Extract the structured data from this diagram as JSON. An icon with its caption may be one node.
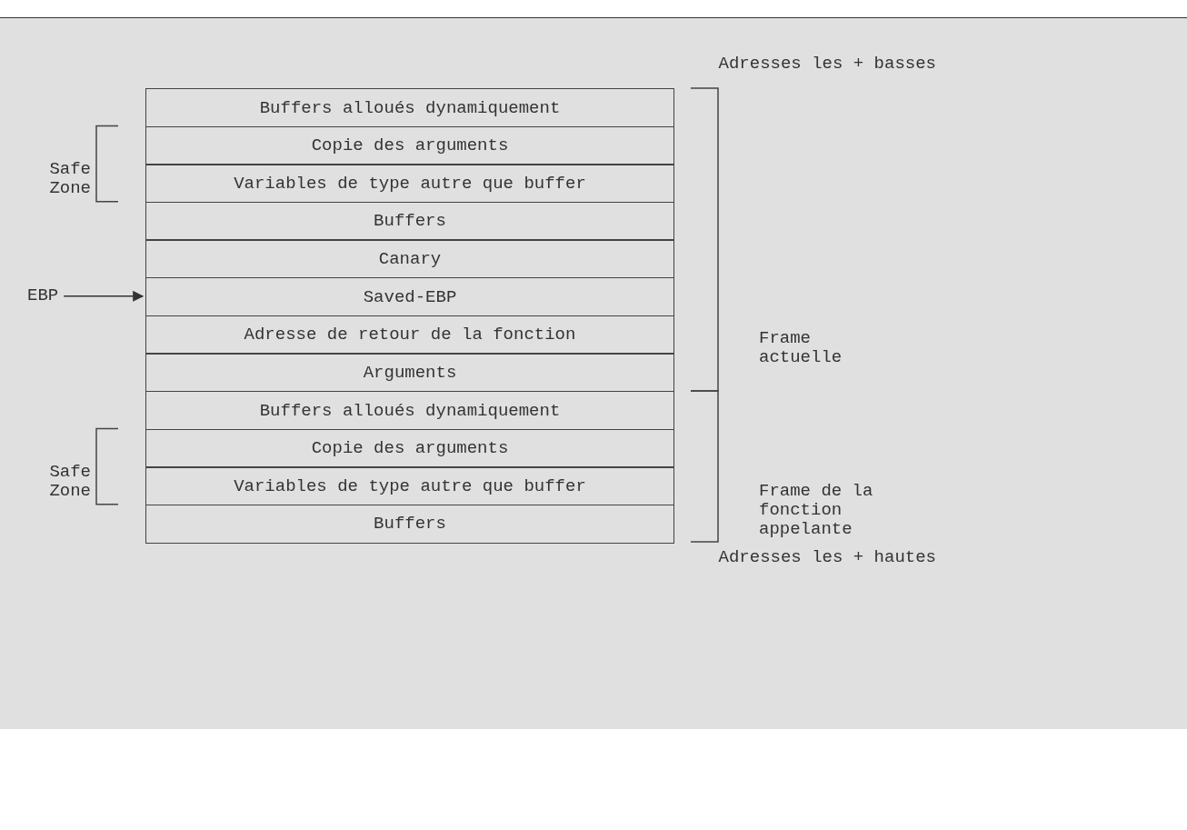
{
  "diagram": {
    "nodes": [
      {
        "text": [
          "Buffers alloués dynamiquement"
        ]
      },
      {
        "text": [
          "Copie des arguments"
        ]
      },
      {
        "text": [
          "Variables de type autre que buffer"
        ]
      },
      {
        "text": [
          "Buffers"
        ]
      },
      {
        "text": [
          "Canary"
        ]
      },
      {
        "text": [
          "EBP"
        ]
      },
      {
        "text": [
          "Saved-EBP"
        ]
      },
      {
        "text": [
          "Adresse de retour de la fonction"
        ]
      },
      {
        "text": [
          "Arguments"
        ]
      },
      {
        "text": [
          "Buffers alloués dynamiquement"
        ]
      },
      {
        "text": [
          "Copie des arguments"
        ]
      },
      {
        "text": [
          "Variables de type autre que buffer"
        ]
      },
      {
        "text": [
          "Buffers"
        ]
      }
    ],
    "edges": [
      {
        "from": 5,
        "to": 6,
        "arrow": "to"
      }
    ],
    "labels": [
      "Adresses les + basses",
      "Safe Zone",
      "Frame actuelle",
      "Safe Zone",
      "Frame de la fonction appelante",
      "Adresses les + hautes"
    ]
  }
}
